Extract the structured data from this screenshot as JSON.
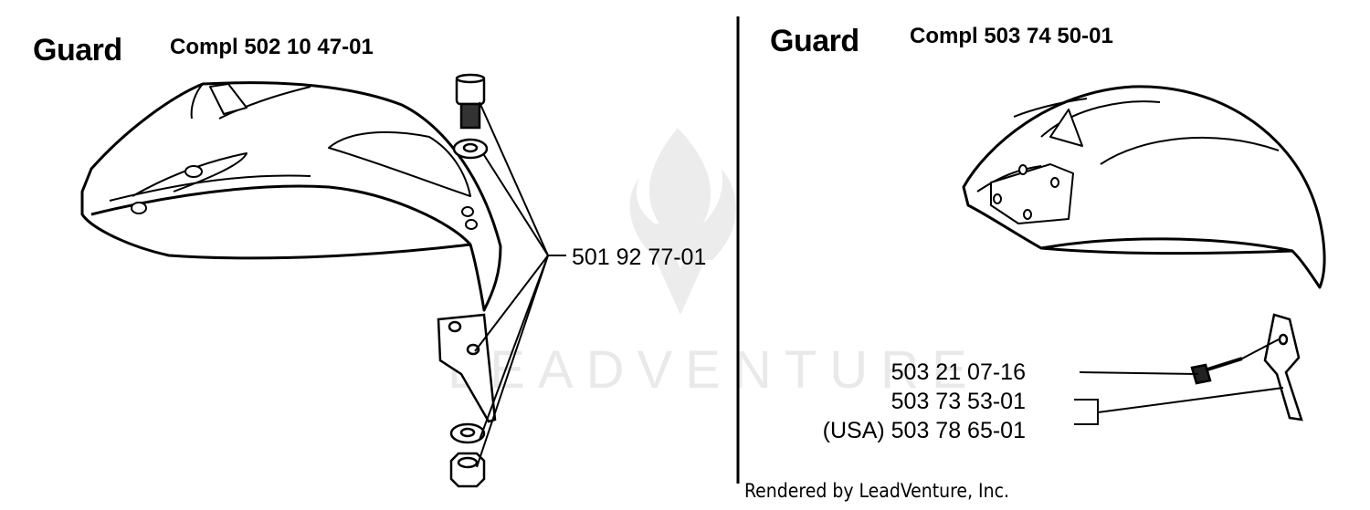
{
  "left": {
    "title": "Guard",
    "compl": "Compl 502 10 47-01",
    "part_number": "501 92 77-01"
  },
  "right": {
    "title": "Guard",
    "compl": "Compl 503 74 50-01",
    "parts": [
      "503 21 07-16",
      "503 73 53-01",
      "(USA) 503 78 65-01"
    ]
  },
  "watermark": "LEADVENTURE",
  "footer": "Rendered by LeadVenture, Inc."
}
